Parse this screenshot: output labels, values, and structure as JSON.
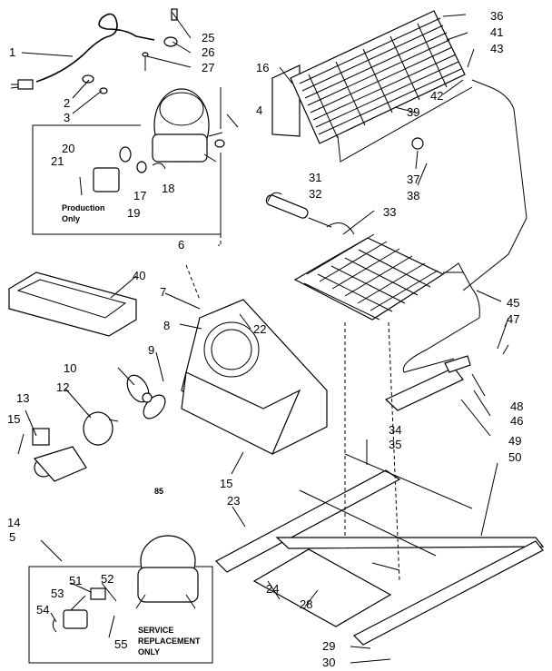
{
  "callouts": [
    "1",
    "2",
    "3",
    "4",
    "5",
    "6",
    "7",
    "8",
    "9",
    "10",
    "12",
    "13",
    "14",
    "15",
    "16",
    "17",
    "18",
    "19",
    "20",
    "21",
    "22",
    "23",
    "24",
    "25",
    "26",
    "27",
    "28",
    "29",
    "30",
    "31",
    "32",
    "33",
    "34",
    "35",
    "36",
    "37",
    "38",
    "39",
    "40",
    "41",
    "42",
    "43",
    "45",
    "46",
    "47",
    "48",
    "49",
    "50",
    "51",
    "52",
    "53",
    "54",
    "55"
  ],
  "notes": {
    "production_line1": "Production",
    "production_line2": "Only",
    "service_line1": "SERVICE",
    "service_line2": "REPLACEMENT",
    "service_line3": "ONLY",
    "code": "85"
  }
}
